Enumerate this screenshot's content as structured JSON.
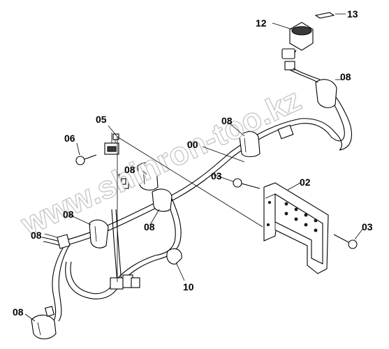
{
  "watermark": "www.shinron-too.kz",
  "callouts": {
    "c12": "12",
    "c13": "13",
    "c08_plug": "08",
    "c05": "05",
    "c06": "06",
    "c08_top": "08",
    "c00": "00",
    "c08_upper": "08",
    "c03_upper": "03",
    "c02": "02",
    "c08_mid": "08",
    "c08_midright": "08",
    "c08_left": "08",
    "c03_lower": "03",
    "c10": "10",
    "c08_bottom": "08"
  }
}
